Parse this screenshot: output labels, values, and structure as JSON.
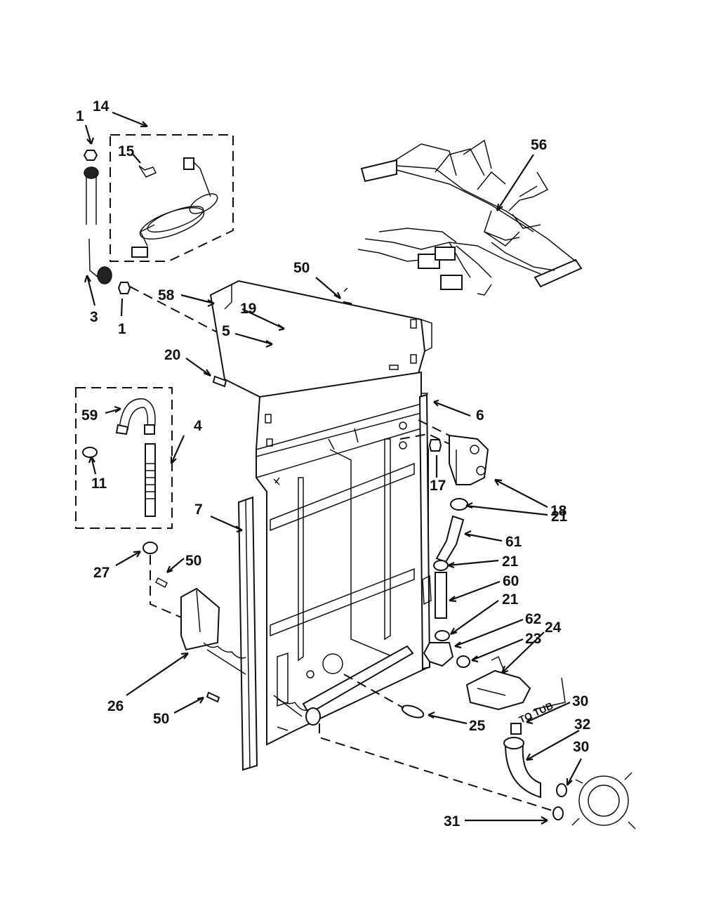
{
  "labels": {
    "p1a": "1",
    "p14": "14",
    "p15": "15",
    "p3": "3",
    "p1b": "1",
    "p58": "58",
    "p19": "19",
    "p5": "5",
    "p50a": "50",
    "p56": "56",
    "p20": "20",
    "p6": "6",
    "p59": "59",
    "p4": "4",
    "p11": "11",
    "p7": "7",
    "p17": "17",
    "p18": "18",
    "p21a": "21",
    "p61": "61",
    "p21b": "21",
    "p60": "60",
    "p21c": "21",
    "p62": "62",
    "p23": "23",
    "p24": "24",
    "p27": "27",
    "p50b": "50",
    "p26": "26",
    "p50c": "50",
    "p25": "25",
    "p30a": "30",
    "p32": "32",
    "p30b": "30",
    "p31": "31"
  },
  "tub_text": "TO TUB"
}
